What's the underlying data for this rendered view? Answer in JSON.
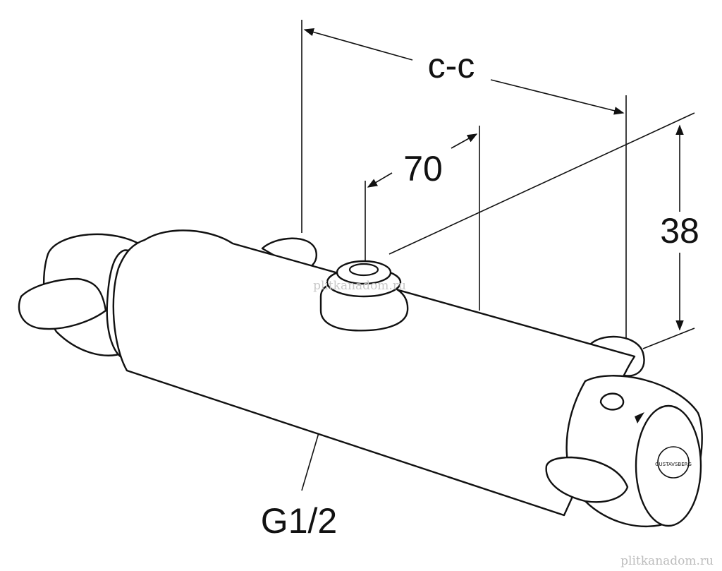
{
  "dimensions": {
    "center_distance": "c-c",
    "outlet_offset": "70",
    "height": "38",
    "thread": "G1/2"
  },
  "knob_label": "GUSTAVSBERG",
  "watermarks": {
    "center": "plitkanadom.ru",
    "corner": "plitkanadom.ru"
  },
  "colors": {
    "line": "#111111",
    "background": "#ffffff",
    "watermark": "#c8c8c8"
  }
}
